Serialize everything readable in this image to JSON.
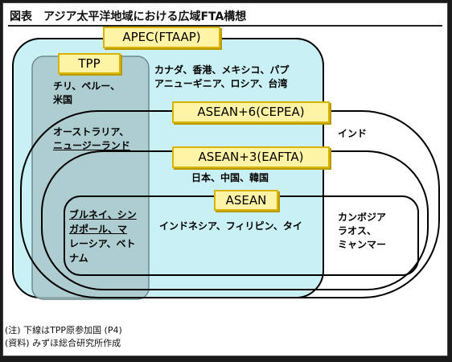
{
  "title": "図表　アジア太平洋地域における広域FTA構想",
  "labels": {
    "apec": "APEC(FTAAP)",
    "tpp": "TPP",
    "asean6": "ASEAN+6(CEPEA)",
    "asean3": "ASEAN+3(EAFTA)",
    "asean": "ASEAN"
  },
  "groups": {
    "tpp_line1": "チリ、ペルー、",
    "tpp_line2": "米国",
    "apec_line1": "カナダ、香港、メキシコ、パプ",
    "apec_line2": "アニューギニア、ロシア、台湾",
    "oz_line1": "オーストラリア、",
    "oz_line2": "ニュージーランド",
    "india": "インド",
    "plus3": "日本、中国、韓国",
    "tpp_asean_line1": "ブルネイ、シン",
    "tpp_asean_line2": "ガポール、マ",
    "tpp_asean_line3": "レーシア、ベト",
    "tpp_asean_line4": "ナム",
    "asean_core": "インドネシア、フィリピン、タイ",
    "others_line1": "カンボジア",
    "others_line2": "ラオス、",
    "others_line3": "ミャンマー"
  },
  "notes": {
    "note1": "(注) 下線はTPP原参加国 (P4)",
    "note2": "(資料) みずほ総合研究所作成"
  },
  "colors": {
    "apec_fill": "#c9f0f4",
    "tpp_fill": "#a9c7c9",
    "label_fill": "#fff3a6",
    "label_border": "#d8b400"
  }
}
